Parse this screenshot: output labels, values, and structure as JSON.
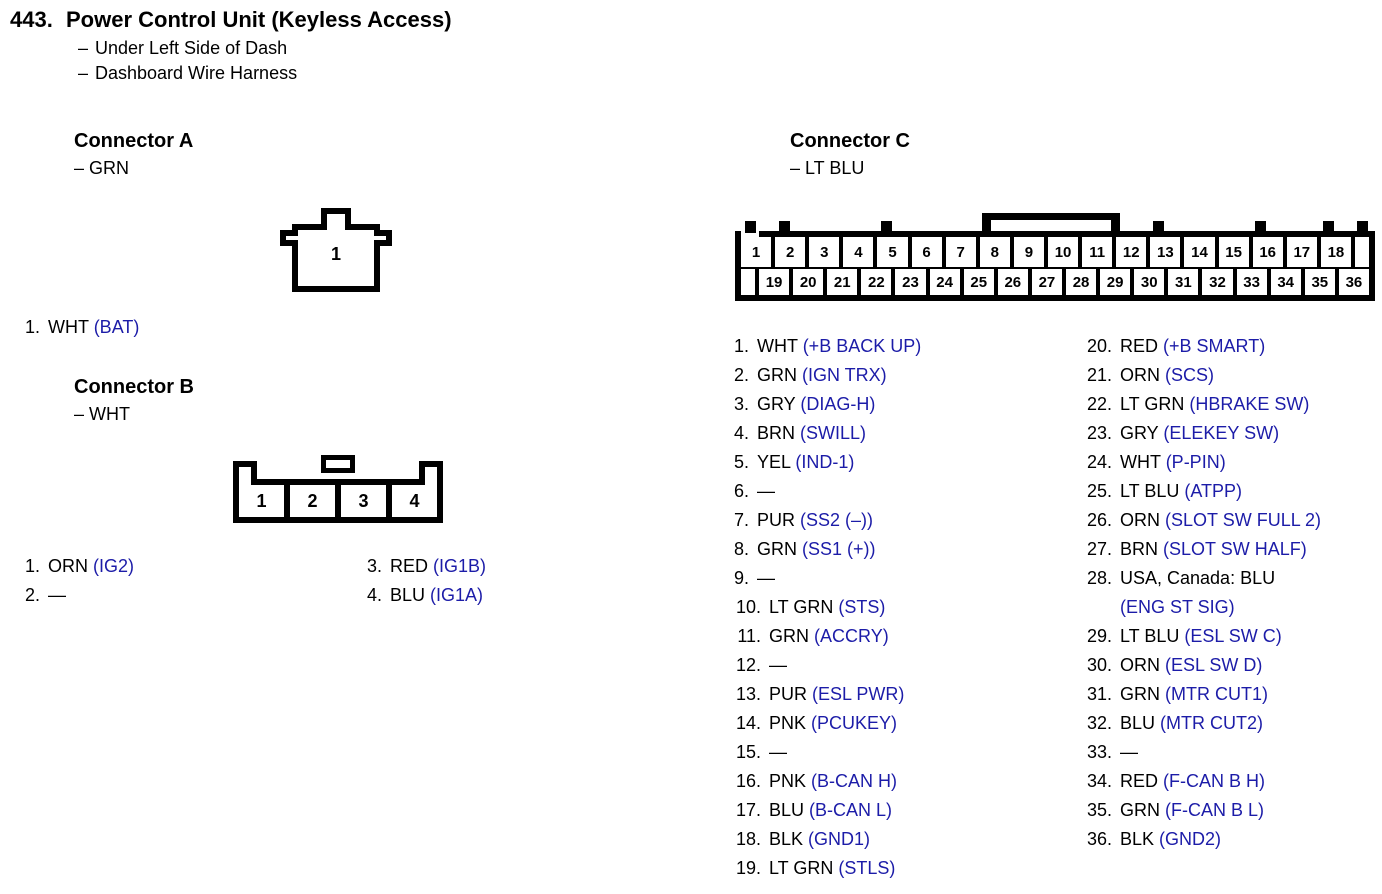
{
  "header": {
    "number": "443.",
    "title": "Power Control Unit (Keyless Access)",
    "bullets": [
      "Under Left Side of Dash",
      "Dashboard Wire Harness"
    ],
    "dash": "–"
  },
  "colors": {
    "signal_blue": "#1c1ca8",
    "text_black": "#000000",
    "background": "#ffffff"
  },
  "connector_a": {
    "title": "Connector A",
    "color_label": "– GRN",
    "diagram": {
      "pin_labels": [
        "1"
      ]
    },
    "pins": [
      {
        "num": "1.",
        "wire": "WHT",
        "signal": "(BAT)"
      }
    ]
  },
  "connector_b": {
    "title": "Connector B",
    "color_label": "– WHT",
    "diagram": {
      "pin_labels": [
        "1",
        "2",
        "3",
        "4"
      ]
    },
    "pins_left": [
      {
        "num": "1.",
        "wire": "ORN",
        "signal": "(IG2)"
      },
      {
        "num": "2.",
        "wire": "—",
        "signal": ""
      }
    ],
    "pins_right": [
      {
        "num": "3.",
        "wire": "RED",
        "signal": "(IG1B)"
      },
      {
        "num": "4.",
        "wire": "BLU",
        "signal": "(IG1A)"
      }
    ]
  },
  "connector_c": {
    "title": "Connector C",
    "color_label": "– LT BLU",
    "diagram": {
      "top_row": [
        "1",
        "2",
        "3",
        "4",
        "5",
        "6",
        "7",
        "8",
        "9",
        "10",
        "11",
        "12",
        "13",
        "14",
        "15",
        "16",
        "17",
        "18",
        ""
      ],
      "bottom_row": [
        "",
        "19",
        "20",
        "21",
        "22",
        "23",
        "24",
        "25",
        "26",
        "27",
        "28",
        "29",
        "30",
        "31",
        "32",
        "33",
        "34",
        "35",
        "36"
      ]
    },
    "pins_left": [
      {
        "num": "1.",
        "wire": "WHT",
        "signal": "(+B BACK UP)"
      },
      {
        "num": "2.",
        "wire": "GRN",
        "signal": "(IGN TRX)"
      },
      {
        "num": "3.",
        "wire": "GRY",
        "signal": "(DIAG-H)"
      },
      {
        "num": "4.",
        "wire": "BRN",
        "signal": "(SWILL)"
      },
      {
        "num": "5.",
        "wire": "YEL",
        "signal": "(IND-1)"
      },
      {
        "num": "6.",
        "wire": "—",
        "signal": ""
      },
      {
        "num": "7.",
        "wire": "PUR",
        "signal": "(SS2 (–))"
      },
      {
        "num": "8.",
        "wire": "GRN",
        "signal": "(SS1 (+))"
      },
      {
        "num": "9.",
        "wire": "—",
        "signal": ""
      },
      {
        "num": "10.",
        "wire": "LT GRN",
        "signal": "(STS)"
      },
      {
        "num": "11.",
        "wire": "GRN",
        "signal": "(ACCRY)"
      },
      {
        "num": "12.",
        "wire": "—",
        "signal": ""
      },
      {
        "num": "13.",
        "wire": "PUR",
        "signal": "(ESL PWR)"
      },
      {
        "num": "14.",
        "wire": "PNK",
        "signal": "(PCUKEY)"
      },
      {
        "num": "15.",
        "wire": "—",
        "signal": ""
      },
      {
        "num": "16.",
        "wire": "PNK",
        "signal": "(B-CAN H)"
      },
      {
        "num": "17.",
        "wire": "BLU",
        "signal": "(B-CAN L)"
      },
      {
        "num": "18.",
        "wire": "BLK",
        "signal": "(GND1)"
      },
      {
        "num": "19.",
        "wire": "LT GRN",
        "signal": "(STLS)"
      }
    ],
    "pins_right": [
      {
        "num": "20.",
        "wire": "RED",
        "signal": "(+B SMART)"
      },
      {
        "num": "21.",
        "wire": "ORN",
        "signal": "(SCS)"
      },
      {
        "num": "22.",
        "wire": "LT GRN",
        "signal": "(HBRAKE SW)"
      },
      {
        "num": "23.",
        "wire": "GRY",
        "signal": "(ELEKEY SW)"
      },
      {
        "num": "24.",
        "wire": "WHT",
        "signal": "(P-PIN)"
      },
      {
        "num": "25.",
        "wire": "LT BLU",
        "signal": "(ATPP)"
      },
      {
        "num": "26.",
        "wire": "ORN",
        "signal": "(SLOT SW FULL 2)"
      },
      {
        "num": "27.",
        "wire": "BRN",
        "signal": "(SLOT SW HALF)"
      },
      {
        "num": "28.",
        "wire": "USA, Canada: BLU",
        "signal": "",
        "continuation": "(ENG ST SIG)"
      },
      {
        "num": "29.",
        "wire": "LT BLU",
        "signal": "(ESL SW C)"
      },
      {
        "num": "30.",
        "wire": "ORN",
        "signal": "(ESL SW D)"
      },
      {
        "num": "31.",
        "wire": "GRN",
        "signal": "(MTR CUT1)"
      },
      {
        "num": "32.",
        "wire": "BLU",
        "signal": "(MTR CUT2)"
      },
      {
        "num": "33.",
        "wire": "—",
        "signal": ""
      },
      {
        "num": "34.",
        "wire": "RED",
        "signal": "(F-CAN B H)"
      },
      {
        "num": "35.",
        "wire": "GRN",
        "signal": "(F-CAN B L)"
      },
      {
        "num": "36.",
        "wire": "BLK",
        "signal": "(GND2)"
      }
    ]
  }
}
